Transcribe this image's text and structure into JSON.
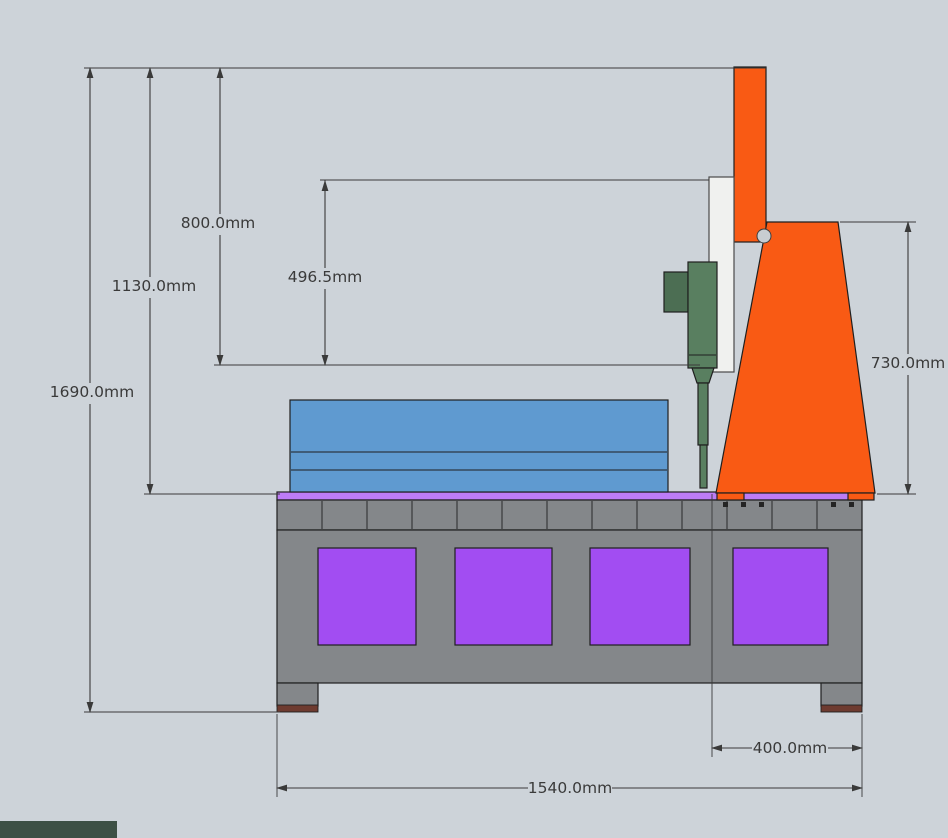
{
  "diagram": {
    "type": "cad_elevation_drawing",
    "units": "mm",
    "dimensions": {
      "overall_height": "1690.0mm",
      "table_top_height": "1130.0mm",
      "gantry_clearance": "800.0mm",
      "plate_travel": "496.5mm",
      "gantry_height": "730.0mm",
      "gantry_depth": "400.0mm",
      "base_width": "1540.0mm"
    },
    "colors": {
      "background": "#cdd3d9",
      "base_gray": "#84878a",
      "panel_purple": "#a24df2",
      "tabletop_purple": "#bd7cf6",
      "workpiece_blue": "#5f9ad0",
      "gantry_orange": "#f95a14",
      "spindle_green": "#597f60",
      "spindle_green_dark": "#4c6e53",
      "z_plate_white": "#f0f1ef",
      "foot_brown": "#6e3b30",
      "ground_strip": "#3d5045",
      "outline": "#1f1f1f",
      "dimension": "#3a3a3a"
    }
  }
}
